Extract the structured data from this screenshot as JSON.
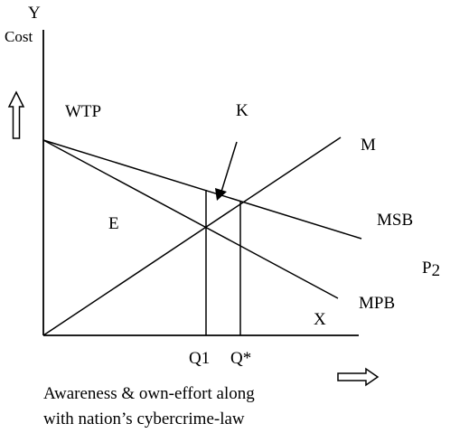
{
  "labels": {
    "y_axis": "Y",
    "cost": "Cost",
    "wtp": "WTP",
    "k": "K",
    "m": "M",
    "msb": "MSB",
    "e": "E",
    "p": "P",
    "p_sub": "2",
    "mpb": "MPB",
    "x_axis": "X",
    "q1": "Q1",
    "qstar": "Q*",
    "caption_line1": "Awareness & own-effort along",
    "caption_line2": "with nation’s cybercrime-law"
  },
  "arrows": {
    "up_arrow_icon": "hollow-up-arrow",
    "right_arrow_icon": "hollow-right-arrow"
  },
  "colors": {
    "ink": "#000000",
    "background": "#ffffff"
  }
}
